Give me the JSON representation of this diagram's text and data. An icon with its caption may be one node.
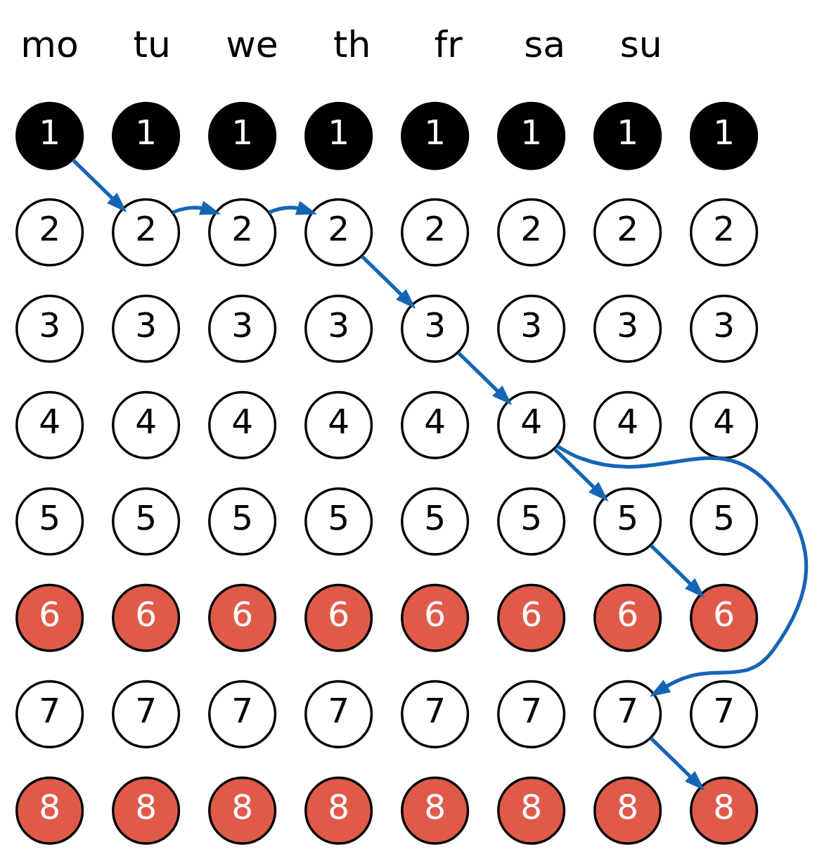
{
  "diagram": {
    "nodes": [
      {
        "text": [
          "1"
        ]
      },
      {
        "text": [
          "1"
        ]
      },
      {
        "text": [
          "1"
        ]
      },
      {
        "text": [
          "1"
        ]
      },
      {
        "text": [
          "1"
        ]
      },
      {
        "text": [
          "1"
        ]
      },
      {
        "text": [
          "1"
        ]
      },
      {
        "text": [
          "1"
        ]
      },
      {
        "text": [
          "2"
        ]
      },
      {
        "text": [
          "2"
        ]
      },
      {
        "text": [
          "2"
        ]
      },
      {
        "text": [
          "2"
        ]
      },
      {
        "text": [
          "2"
        ]
      },
      {
        "text": [
          "2"
        ]
      },
      {
        "text": [
          "2"
        ]
      },
      {
        "text": [
          "2"
        ]
      },
      {
        "text": [
          "3"
        ]
      },
      {
        "text": [
          "3"
        ]
      },
      {
        "text": [
          "3"
        ]
      },
      {
        "text": [
          "3"
        ]
      },
      {
        "text": [
          "3"
        ]
      },
      {
        "text": [
          "3"
        ]
      },
      {
        "text": [
          "3"
        ]
      },
      {
        "text": [
          "3"
        ]
      },
      {
        "text": [
          "4"
        ]
      },
      {
        "text": [
          "4"
        ]
      },
      {
        "text": [
          "4"
        ]
      },
      {
        "text": [
          "4"
        ]
      },
      {
        "text": [
          "4"
        ]
      },
      {
        "text": [
          "4"
        ]
      },
      {
        "text": [
          "4"
        ]
      },
      {
        "text": [
          "4"
        ]
      },
      {
        "text": [
          "5"
        ]
      },
      {
        "text": [
          "5"
        ]
      },
      {
        "text": [
          "5"
        ]
      },
      {
        "text": [
          "5"
        ]
      },
      {
        "text": [
          "5"
        ]
      },
      {
        "text": [
          "5"
        ]
      },
      {
        "text": [
          "5"
        ]
      },
      {
        "text": [
          "5"
        ]
      },
      {
        "text": [
          "6"
        ]
      },
      {
        "text": [
          "6"
        ]
      },
      {
        "text": [
          "6"
        ]
      },
      {
        "text": [
          "6"
        ]
      },
      {
        "text": [
          "6"
        ]
      },
      {
        "text": [
          "6"
        ]
      },
      {
        "text": [
          "6"
        ]
      },
      {
        "text": [
          "6"
        ]
      },
      {
        "text": [
          "7"
        ]
      },
      {
        "text": [
          "7"
        ]
      },
      {
        "text": [
          "7"
        ]
      },
      {
        "text": [
          "7"
        ]
      },
      {
        "text": [
          "7"
        ]
      },
      {
        "text": [
          "7"
        ]
      },
      {
        "text": [
          "7"
        ]
      },
      {
        "text": [
          "7"
        ]
      },
      {
        "text": [
          "8"
        ]
      },
      {
        "text": [
          "8"
        ]
      },
      {
        "text": [
          "8"
        ]
      },
      {
        "text": [
          "8"
        ]
      },
      {
        "text": [
          "8"
        ]
      },
      {
        "text": [
          "8"
        ]
      },
      {
        "text": [
          "8"
        ]
      },
      {
        "text": [
          "8"
        ]
      }
    ],
    "edges": [
      {
        "from": 0,
        "to": 9,
        "arrow": "to"
      },
      {
        "from": 9,
        "to": 10,
        "arrow": "to"
      },
      {
        "from": 10,
        "to": 11,
        "arrow": "to"
      },
      {
        "from": 11,
        "to": 20,
        "arrow": "to"
      },
      {
        "from": 20,
        "to": 29,
        "arrow": "to"
      },
      {
        "from": 29,
        "to": 38,
        "arrow": "to"
      },
      {
        "from": 29,
        "to": 54,
        "arrow": "to"
      },
      {
        "from": 38,
        "to": 47,
        "arrow": "to"
      },
      {
        "from": 54,
        "to": 63,
        "arrow": "to"
      }
    ],
    "labels": [
      "mo",
      "tu",
      "we",
      "th",
      "fr",
      "sa",
      "su"
    ]
  }
}
